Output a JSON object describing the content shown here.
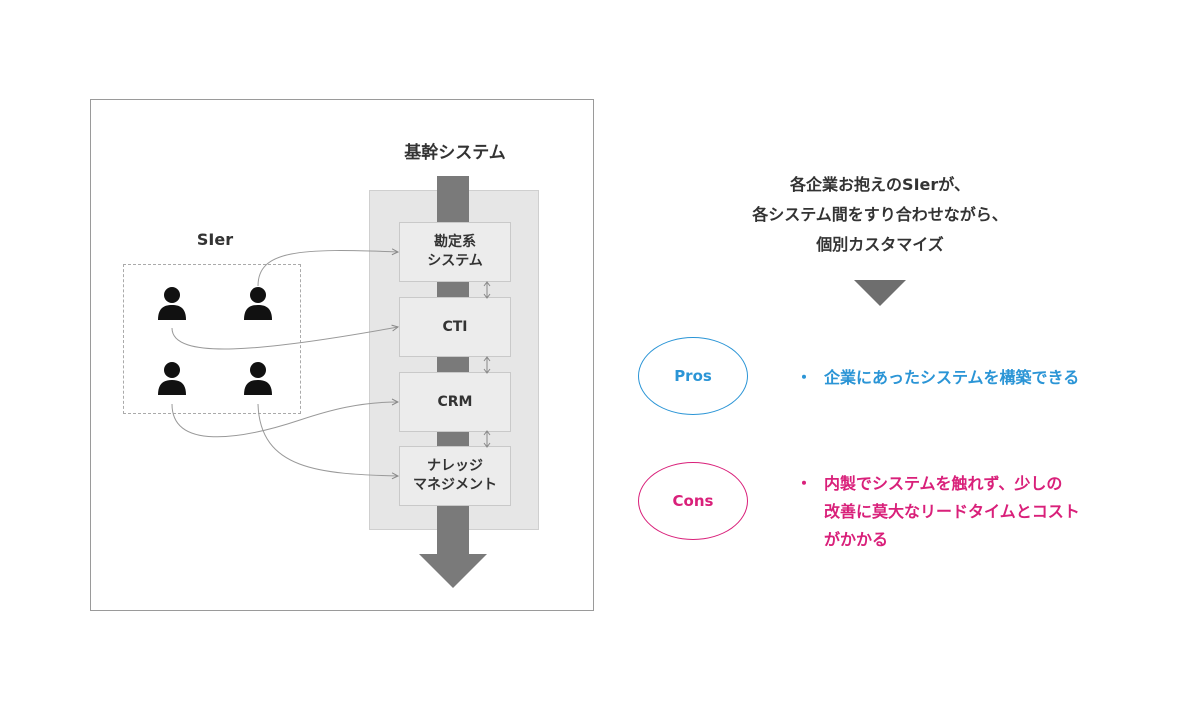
{
  "diagram": {
    "core_title": "基幹システム",
    "sier_label": "SIer",
    "systems": [
      {
        "label": "勘定系\nシステム"
      },
      {
        "label": "CTI"
      },
      {
        "label": "CRM"
      },
      {
        "label": "ナレッジ\nマネジメント"
      }
    ],
    "people": [
      {
        "icon": "person-icon"
      },
      {
        "icon": "person-icon"
      },
      {
        "icon": "person-icon"
      },
      {
        "icon": "person-icon"
      }
    ]
  },
  "summary": "各企業お抱えのSIerが、\n各システム間をすり合わせながら、\n個別カスタマイズ",
  "pros": {
    "label": "Pros",
    "bullet": "・",
    "text": "企業にあったシステムを構築できる"
  },
  "cons": {
    "label": "Cons",
    "bullet": "・",
    "text": "内製でシステムを触れず、少しの\n改善に莫大なリードタイムとコスト\nがかかる"
  },
  "colors": {
    "pros": "#2b95d6",
    "cons": "#d9207a",
    "arrow": "#777777",
    "text": "#333333"
  }
}
